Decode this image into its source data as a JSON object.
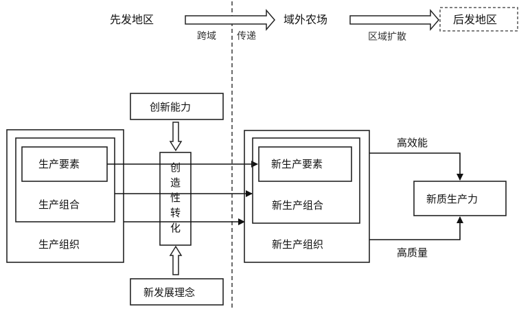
{
  "top_flow": {
    "source_region": "先发地区",
    "middle_node": "域外农场",
    "target_region": "后发地区",
    "label_cross_left": "跨域",
    "label_cross_right": "传递",
    "label_diffusion": "区域扩散"
  },
  "left_block": {
    "inner": "生产要素",
    "middle": "生产组合",
    "outer": "生产组织"
  },
  "transform": {
    "top_input": "创新能力",
    "bottom_input": "新发展理念",
    "center_chars": [
      "创",
      "造",
      "性",
      "转",
      "化"
    ]
  },
  "right_block": {
    "inner": "新生产要素",
    "middle": "新生产组合",
    "outer": "新生产组织"
  },
  "outcome": {
    "label": "新质生产力",
    "top_edge_label": "高效能",
    "bottom_edge_label": "高质量"
  }
}
